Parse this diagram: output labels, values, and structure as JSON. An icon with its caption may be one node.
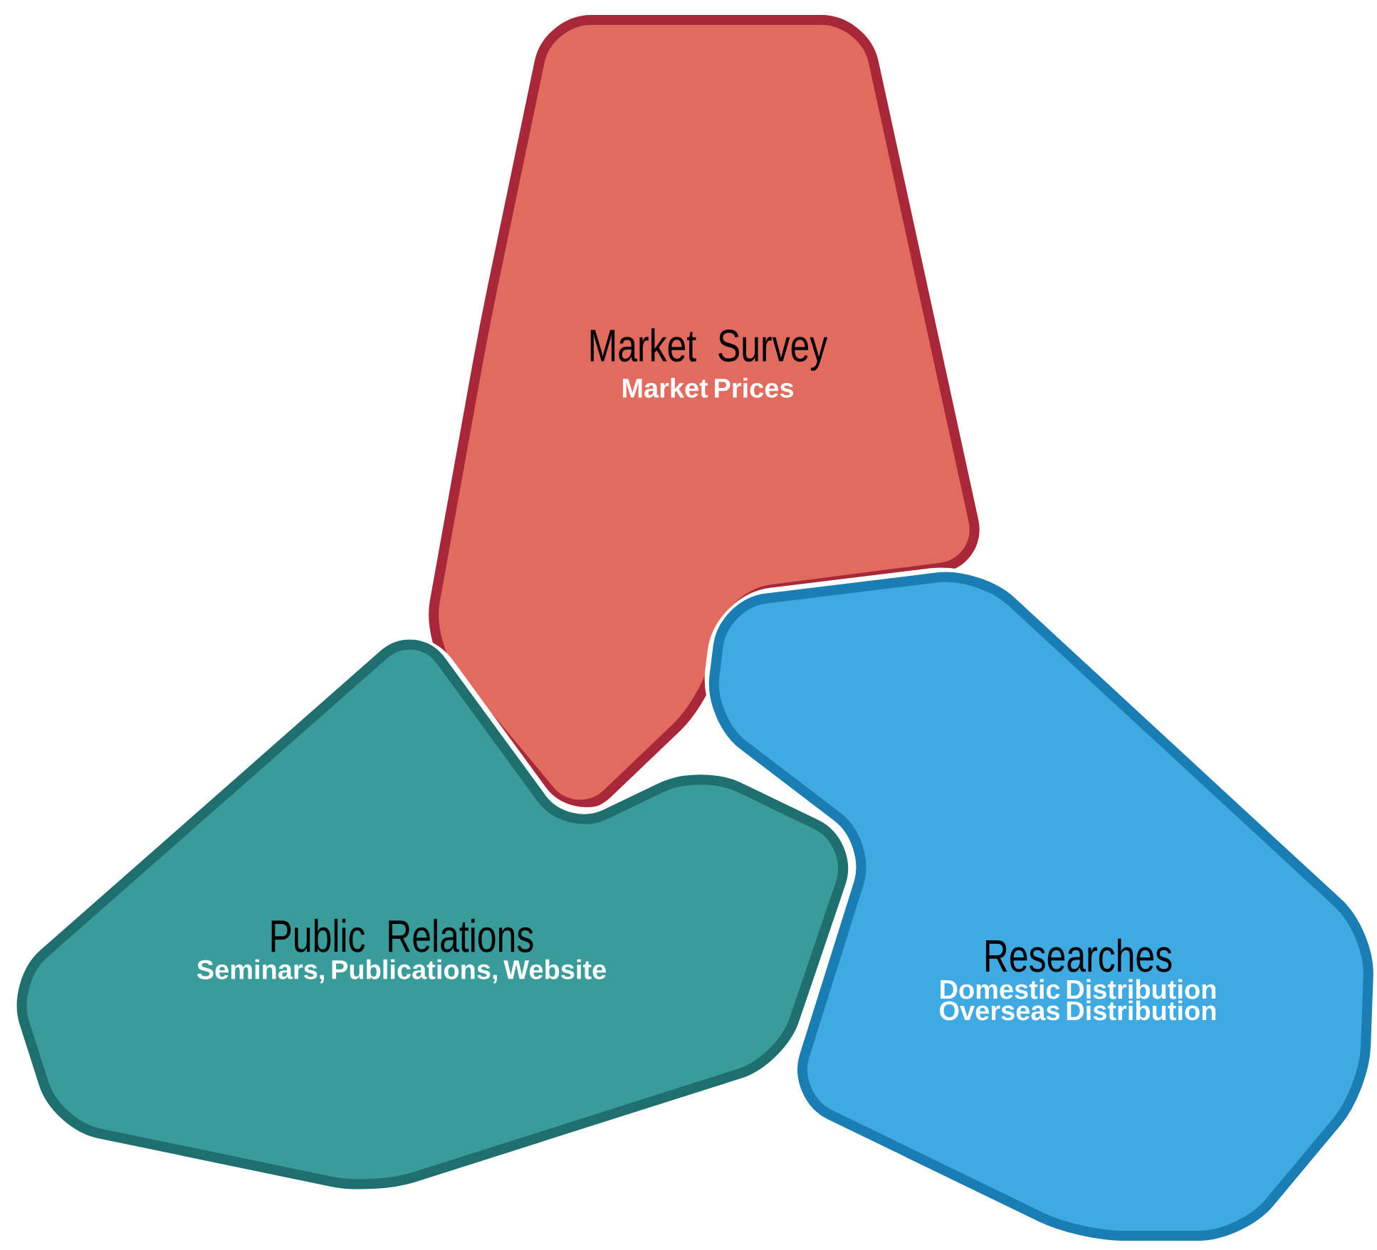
{
  "diagram": {
    "nodes": [
      {
        "text": [
          "Market Survey",
          "Market Prices"
        ]
      },
      {
        "text": [
          "Public Relations",
          "Seminars, Publications, Website"
        ]
      },
      {
        "text": [
          "Researches",
          "Domestic Distribution Overseas Distribution"
        ]
      }
    ]
  }
}
